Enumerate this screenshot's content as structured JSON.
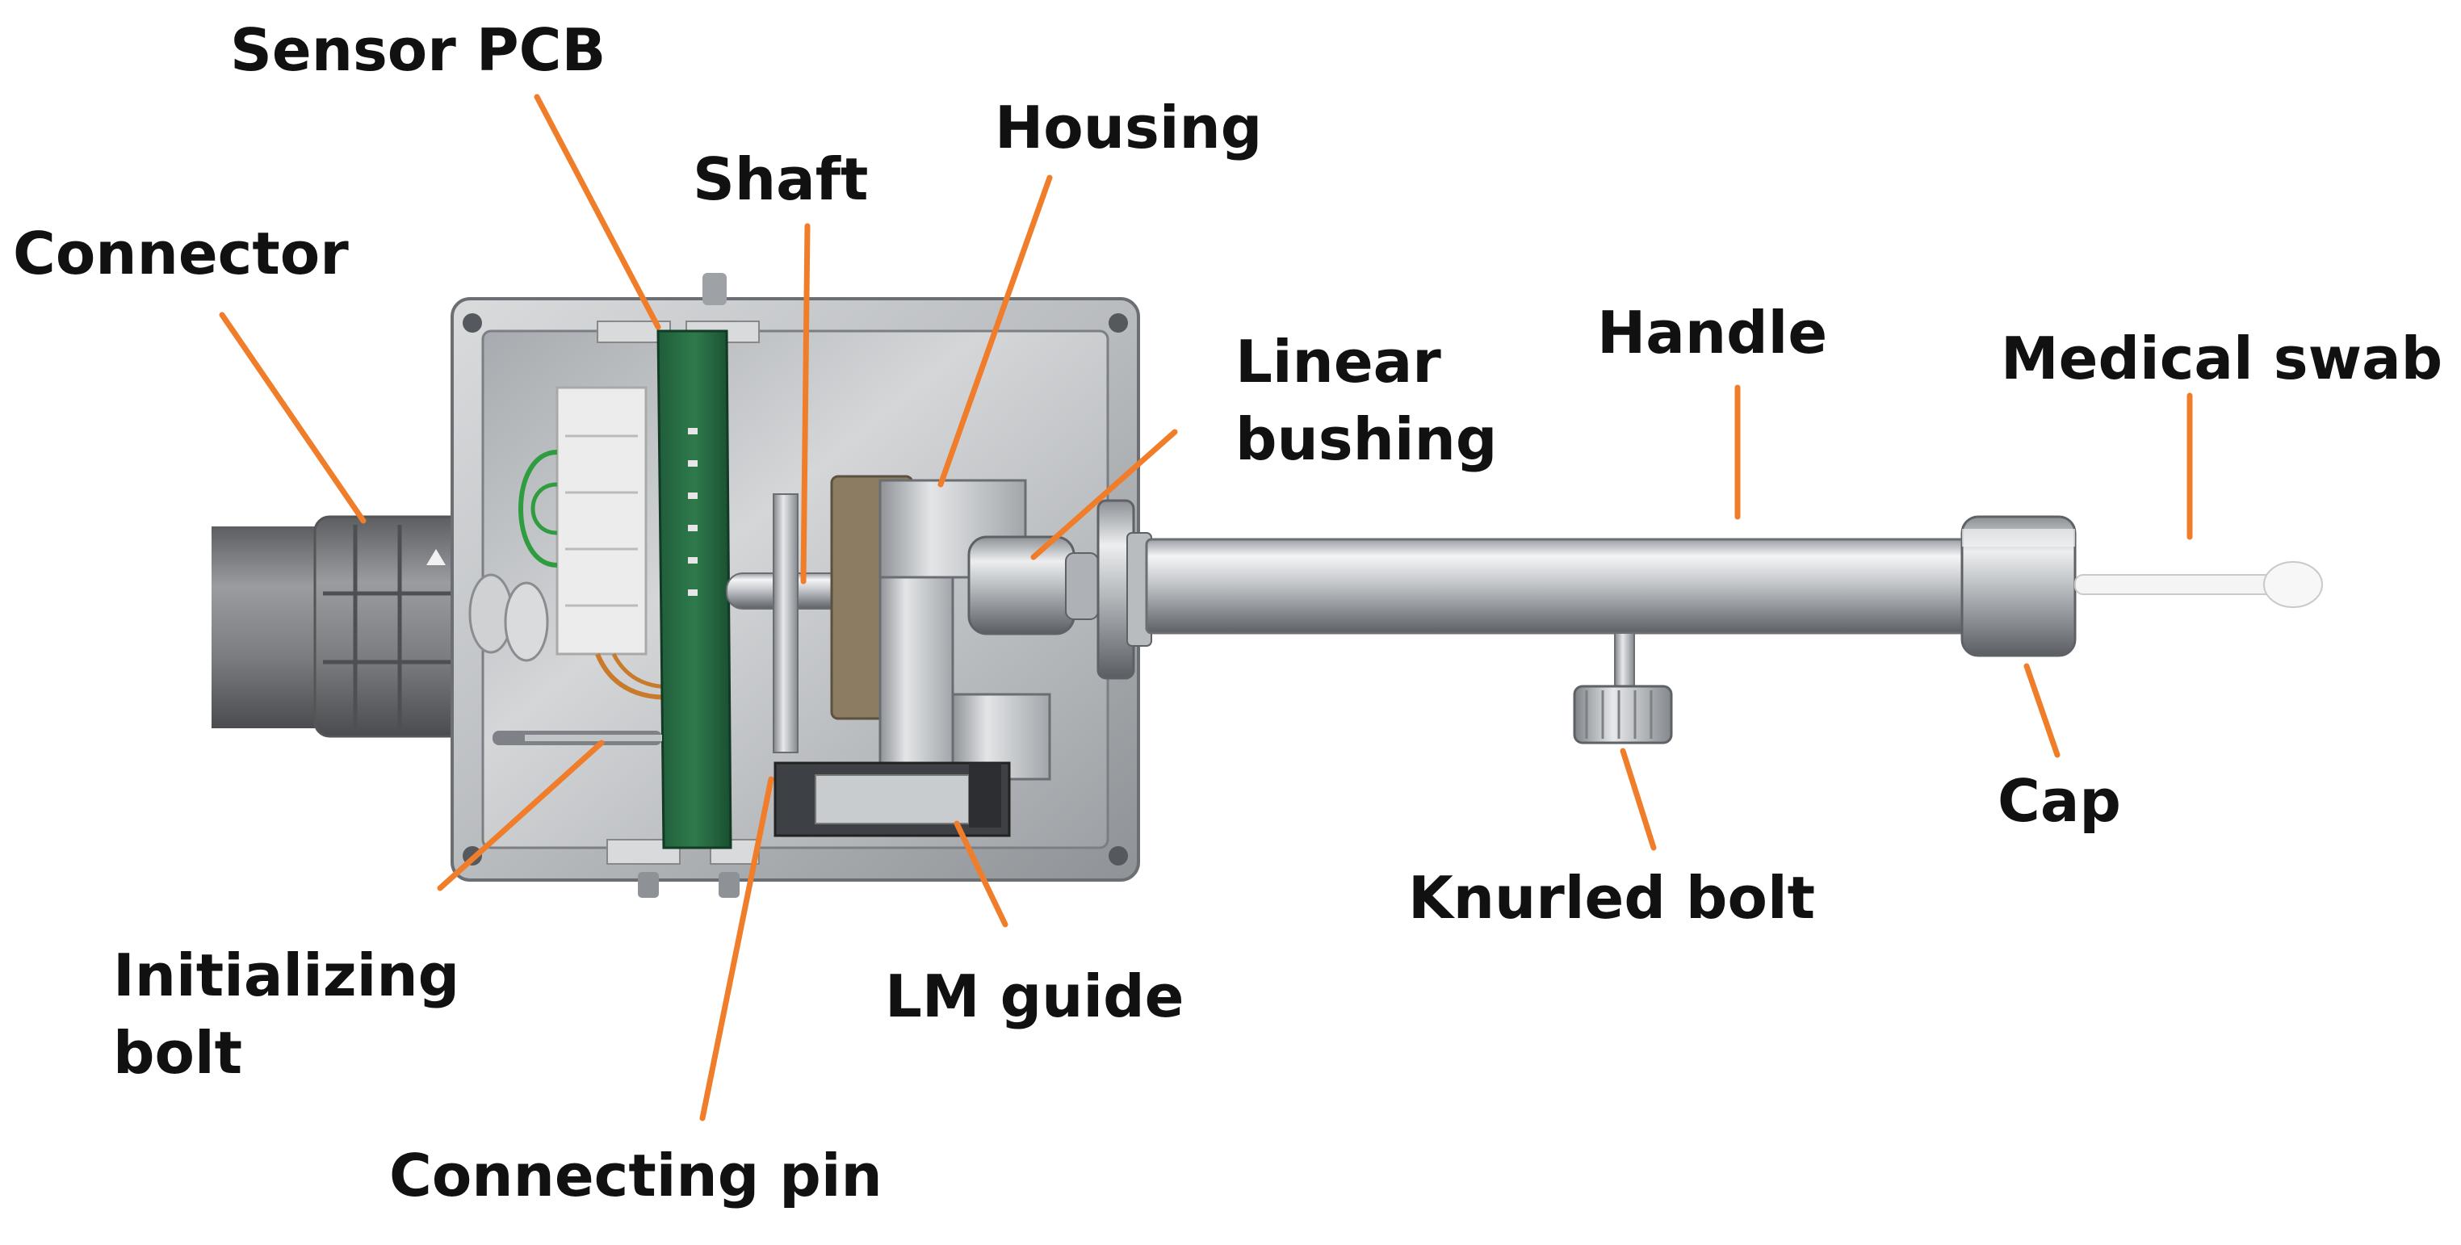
{
  "colors": {
    "leader": "#F07D2A",
    "label_text": "#111111",
    "background": "#FFFFFF"
  },
  "labels": {
    "sensor_pcb": "Sensor PCB",
    "housing": "Housing",
    "shaft": "Shaft",
    "connector": "Connector",
    "linear_bushing_line1": "Linear",
    "linear_bushing_line2": "bushing",
    "handle": "Handle",
    "medical_swab": "Medical swab",
    "cap": "Cap",
    "knurled_bolt": "Knurled bolt",
    "lm_guide": "LM guide",
    "initializing_bolt_line1": "Initializing",
    "initializing_bolt_line2": "bolt",
    "connecting_pin": "Connecting pin"
  }
}
